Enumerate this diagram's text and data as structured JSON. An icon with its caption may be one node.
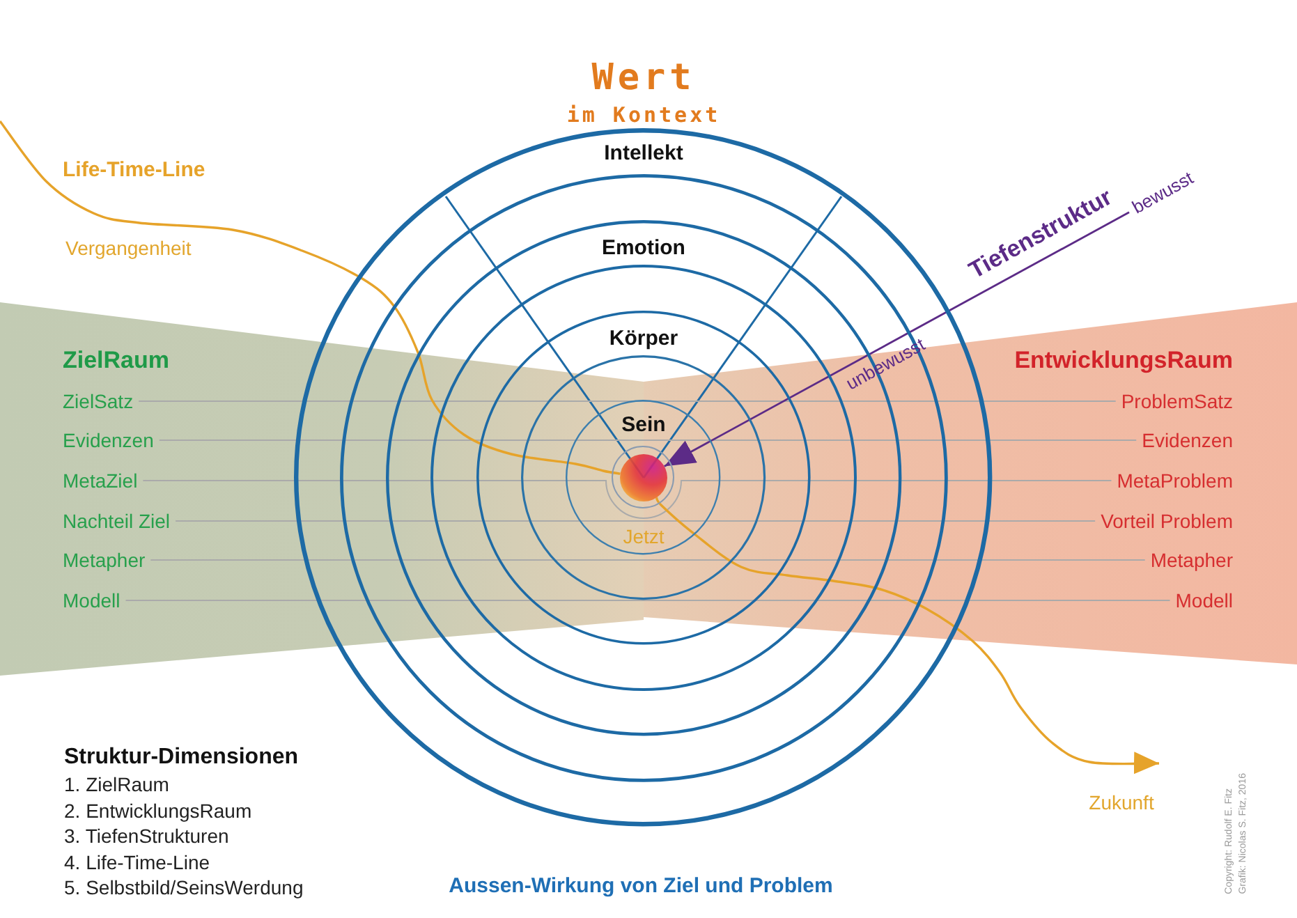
{
  "diagram": {
    "title": "Wert",
    "caption": "Aussen-Wirkung von Ziel und Problem",
    "nodes": [
      {
        "text": [
          "Intellekt"
        ]
      },
      {
        "text": [],
        "shape": "circle",
        "in": 0
      },
      {
        "text": [
          "Emotion"
        ],
        "in": 1
      },
      {
        "text": [],
        "shape": "circle",
        "in": 2
      },
      {
        "text": [
          "Körper"
        ],
        "in": 3
      },
      {
        "text": [],
        "shape": "circle",
        "in": 4
      },
      {
        "text": [
          "Sein"
        ],
        "in": 5
      },
      {
        "text": [],
        "shape": "circle",
        "in": 6
      },
      {
        "text": [],
        "shape": "circle",
        "in": 7
      },
      {
        "text": [
          "ZielRaum"
        ]
      },
      {
        "text": [
          "ZielSatz"
        ],
        "in": 9
      },
      {
        "text": [
          "Evidenzen"
        ],
        "in": 9
      },
      {
        "text": [
          "MetaZiel"
        ],
        "in": 9
      },
      {
        "text": [
          "Nachteil Ziel"
        ],
        "in": 9
      },
      {
        "text": [
          "Metapher"
        ],
        "in": 9
      },
      {
        "text": [
          "Modell"
        ],
        "in": 9
      },
      {
        "text": [
          "EntwicklungsRaum"
        ]
      },
      {
        "text": [
          "ProblemSatz"
        ],
        "in": 16
      },
      {
        "text": [
          "Evidenzen"
        ],
        "in": 16
      },
      {
        "text": [
          "MetaProblem"
        ],
        "in": 16
      },
      {
        "text": [
          "Vorteil Problem"
        ],
        "in": 16
      },
      {
        "text": [
          "Metapher"
        ],
        "in": 16
      },
      {
        "text": [
          "Modell"
        ],
        "in": 16
      },
      {
        "text": [
          "bewusst"
        ]
      }
    ],
    "edges": [
      {
        "from": 10,
        "to": 17,
        "arrow": "none"
      },
      {
        "from": 11,
        "to": 18,
        "arrow": "none"
      },
      {
        "from": 12,
        "to": 19,
        "arrow": "none"
      },
      {
        "from": 13,
        "to": 20,
        "arrow": "none"
      },
      {
        "from": 14,
        "to": 21,
        "arrow": "none"
      },
      {
        "from": 15,
        "to": 22,
        "arrow": "none"
      },
      {
        "from": null,
        "to": 8,
        "arrow": "none",
        "label": "Life-Time-Line",
        "color": "#e6a32a"
      },
      {
        "from": 8,
        "to": null,
        "arrow": "to",
        "color": "#e6a32a"
      },
      {
        "from": 23,
        "to": 8,
        "arrow": "to",
        "label": "Tiefenstruktur",
        "color": "#5c2b87"
      }
    ],
    "labels": [
      "im Kontext",
      "Vergangenheit",
      "unbewusst",
      "Jetzt",
      "Zukunft",
      "Struktur-Dimensionen",
      "1. ZielRaum",
      "2. EntwicklungsRaum",
      "3. TiefenStrukturen",
      "4. Life-Time-Line",
      "5. Selbstbild/SeinsWerdung",
      "Copyright: Rudolf E. Fitz",
      "Grafik: Nicolas S. Fitz, 2016"
    ]
  }
}
